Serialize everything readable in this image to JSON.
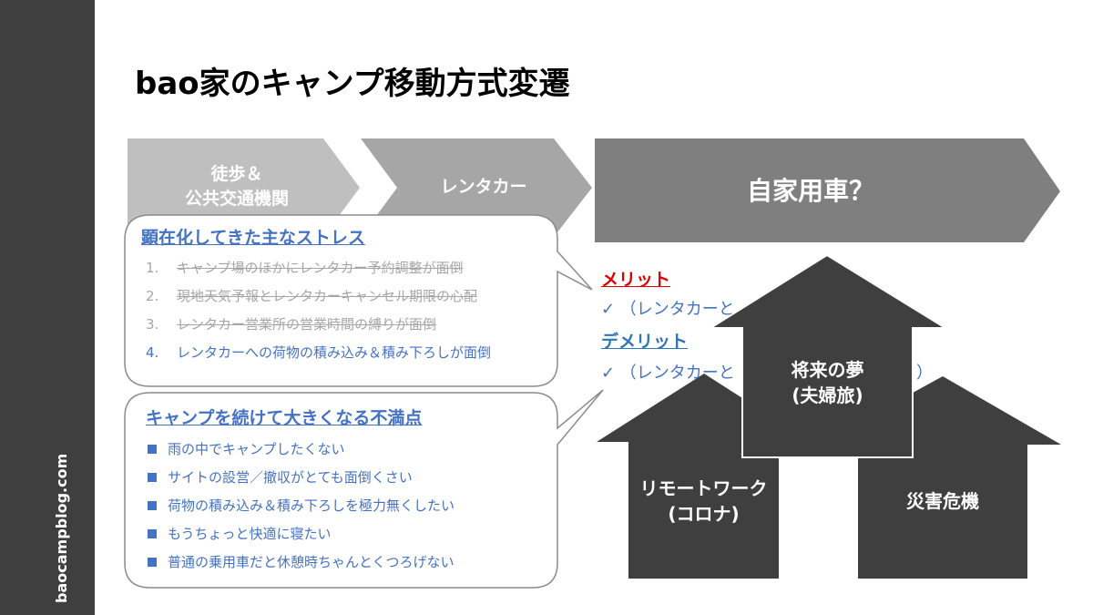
{
  "sidebar": {
    "site": "baocampblog.com"
  },
  "title": "bao家のキャンプ移動方式変遷",
  "stages": {
    "walk": {
      "line1": "徒歩＆",
      "line2": "公共交通機関"
    },
    "rental": {
      "label": "レンタカー"
    },
    "own": {
      "label": "自家用車？"
    }
  },
  "stress": {
    "title": "顕在化してきた主なストレス",
    "items": [
      {
        "num": "1.",
        "text": "キャンプ場のほかにレンタカー予約調整が面倒",
        "struck": true
      },
      {
        "num": "2.",
        "text": "現地天気予報とレンタカーキャンセル期限の心配",
        "struck": true
      },
      {
        "num": "3.",
        "text": "レンタカー営業所の営業時間の縛りが面倒",
        "struck": true
      },
      {
        "num": "4.",
        "text": "レンタカーへの荷物の積み込み＆積み下ろしが面倒",
        "struck": false
      }
    ]
  },
  "dissatisfaction": {
    "title": "キャンプを続けて大きくなる不満点",
    "items": [
      "雨の中でキャンプしたくない",
      "サイトの設営／撤収がとても面倒くさい",
      "荷物の積み込み＆積み下ろしを極力無くしたい",
      "もうちょっと快適に寝たい",
      "普通の乗用車だと休憩時ちゃんとくつろげない"
    ]
  },
  "merit": {
    "title": "メリット",
    "line": "✓ （レンタカーと",
    "color": "#e00000"
  },
  "demerit": {
    "title": "デメリット",
    "line": "✓ （レンタカーと",
    "line_tail": "）",
    "color": "#2e75b6"
  },
  "houses": {
    "left": {
      "line1": "リモートワーク",
      "line2": "(コロナ)"
    },
    "center": {
      "line1": "将来の夢",
      "line2": "(夫婦旅)"
    },
    "right": {
      "label": "災害危機"
    }
  },
  "colors": {
    "sidebar": "#3f3f3f",
    "stage_light": "#bfbfbf",
    "stage_mid": "#a6a6a6",
    "stage_dark": "#7f7f7f",
    "house": "#3f3f3f",
    "accent_blue": "#4472c4"
  }
}
